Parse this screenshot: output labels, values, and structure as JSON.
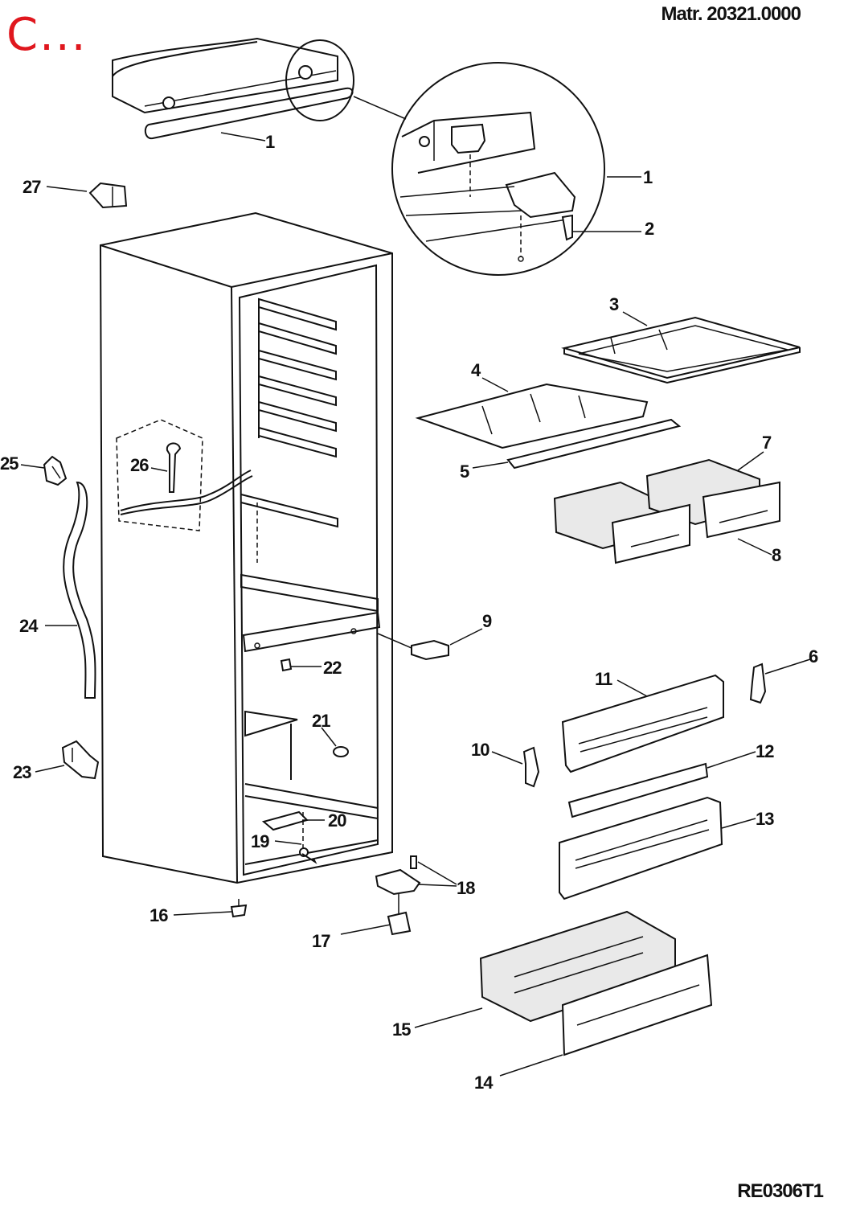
{
  "header": {
    "corner_mark": "C...",
    "matr_number": "Matr. 20321.0000"
  },
  "footer": {
    "drawing_code": "RE0306T1"
  },
  "callouts": {
    "c1a": "1",
    "c1b": "1",
    "c2": "2",
    "c3": "3",
    "c4": "4",
    "c5": "5",
    "c6": "6",
    "c7": "7",
    "c8": "8",
    "c9": "9",
    "c10": "10",
    "c11": "11",
    "c12": "12",
    "c13": "13",
    "c14": "14",
    "c15": "15",
    "c16": "16",
    "c17": "17",
    "c18": "18",
    "c19": "19",
    "c20": "20",
    "c21": "21",
    "c22": "22",
    "c23": "23",
    "c24": "24",
    "c25": "25",
    "c26": "26",
    "c27": "27"
  }
}
